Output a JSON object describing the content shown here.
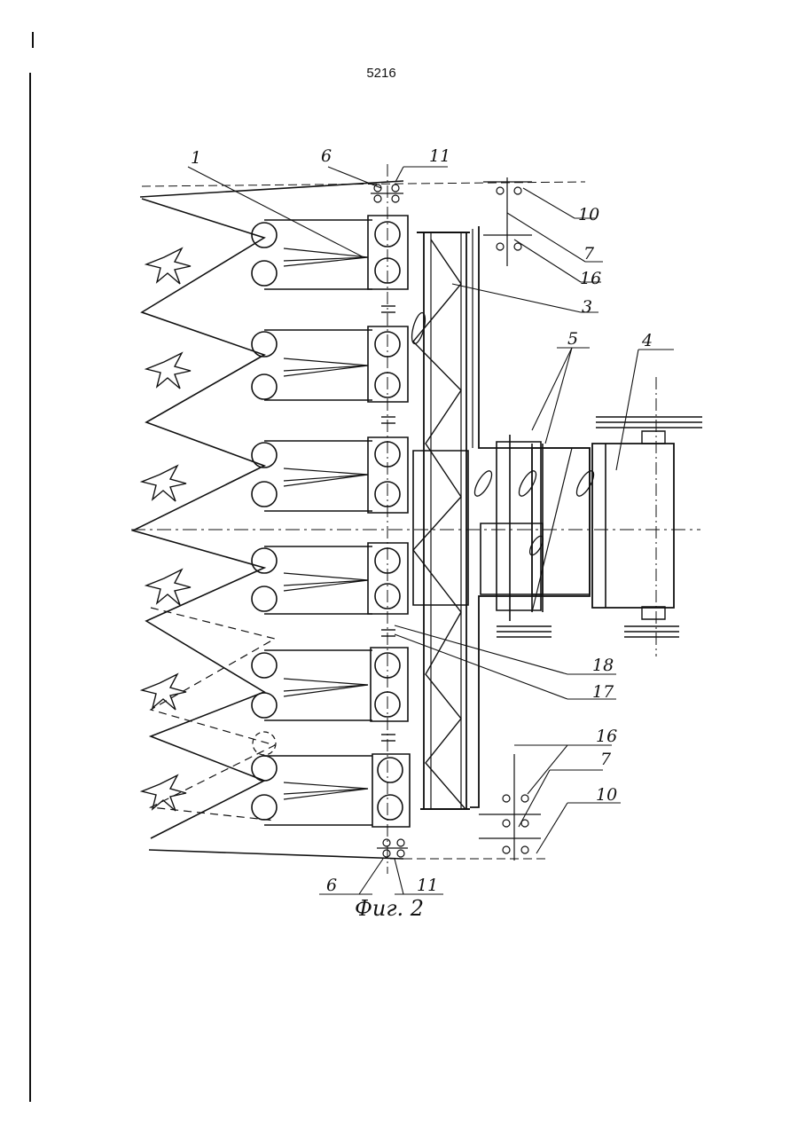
{
  "page": {
    "number": "5216"
  },
  "figure": {
    "caption": "Фиг. 2"
  },
  "labels": {
    "l1": "1",
    "l3": "3",
    "l4": "4",
    "l5": "5",
    "l6_top": "6",
    "l6_bottom": "6",
    "l7_top": "7",
    "l7_bottom": "7",
    "l10_top": "10",
    "l10_bottom": "10",
    "l11_top": "11",
    "l11_bottom": "11",
    "l16_top": "16",
    "l16_bottom": "16",
    "l17": "17",
    "l18": "18"
  }
}
